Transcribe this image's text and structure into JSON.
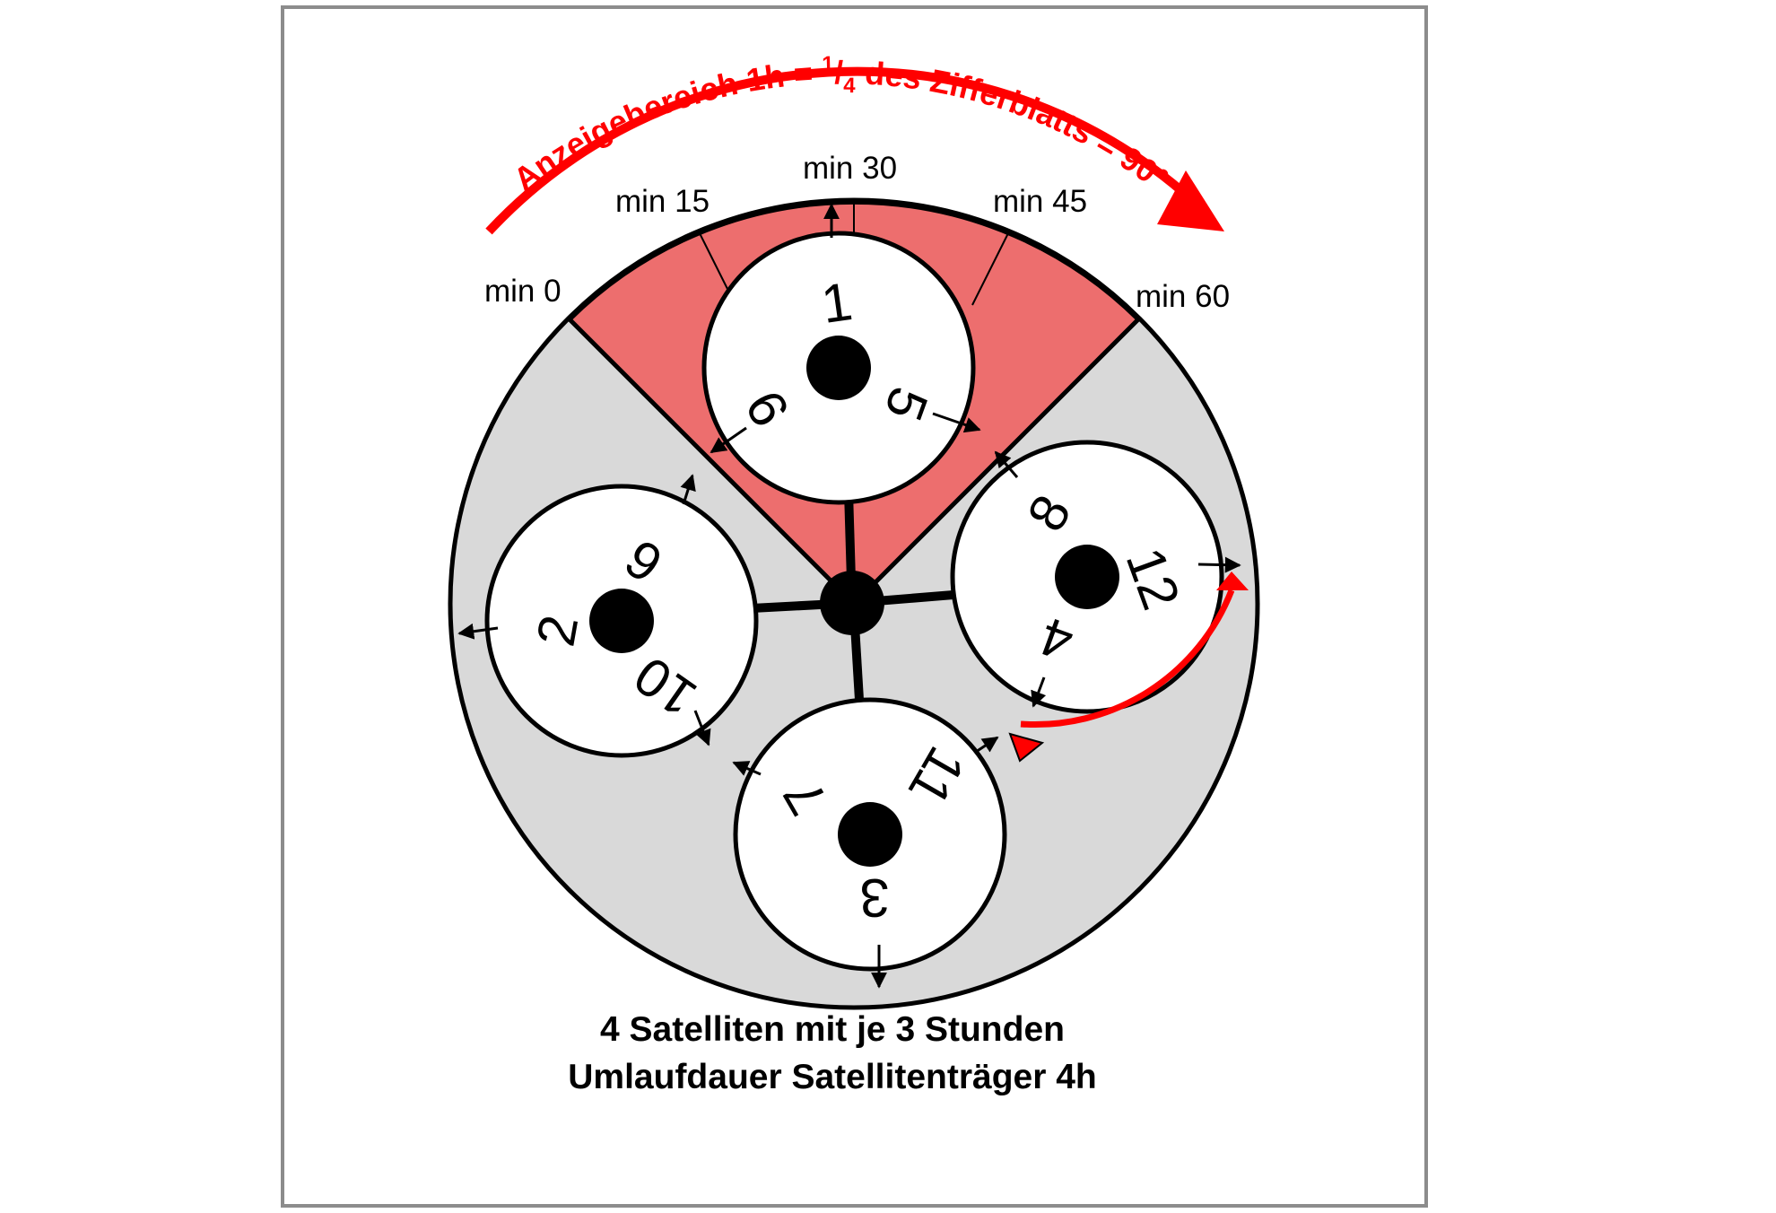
{
  "arc_title": {
    "part1": "Anzeigebereich 1h = ",
    "sup": "1",
    "slash": "/",
    "sub": "4",
    "part2": " des Zifferblatts = 90°"
  },
  "minute_labels": [
    "min 0",
    "min 15",
    "min 30",
    "min 45",
    "min 60"
  ],
  "satellites": [
    {
      "name": "top",
      "hours": [
        "1",
        "5",
        "9"
      ]
    },
    {
      "name": "right",
      "hours": [
        "8",
        "12",
        "4"
      ]
    },
    {
      "name": "bottom",
      "hours": [
        "11",
        "3",
        "7"
      ]
    },
    {
      "name": "left",
      "hours": [
        "6",
        "2",
        "10"
      ]
    }
  ],
  "caption": {
    "line1": "4 Satelliten mit je 3 Stunden",
    "line2": "Umlaufdauer Satellitenträger 4h"
  },
  "colors": {
    "carrier": "#d9d9d9",
    "display_zone": "#ed6e6e",
    "accent": "#ff0000",
    "frame": "#8c8c8c"
  }
}
